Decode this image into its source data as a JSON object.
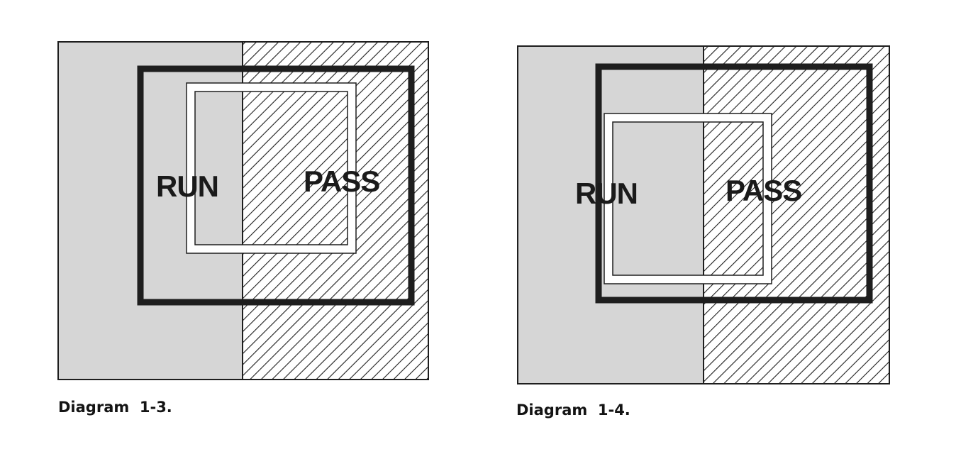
{
  "diagrams": [
    {
      "caption": "Diagram  1-3.",
      "zones": {
        "left_label": "RUN",
        "right_label": "PASS"
      }
    },
    {
      "caption": "Diagram  1-4.",
      "zones": {
        "left_label": "RUN",
        "right_label": "PASS"
      }
    }
  ],
  "colors": {
    "run_zone_fill": "#d6d6d6",
    "pass_zone_fill": "#ffffff",
    "hatch": "#1e1e1e",
    "outer_frame": "#1e1e1e",
    "inner_frame": "#ffffff",
    "text": "#1a1a1a"
  }
}
